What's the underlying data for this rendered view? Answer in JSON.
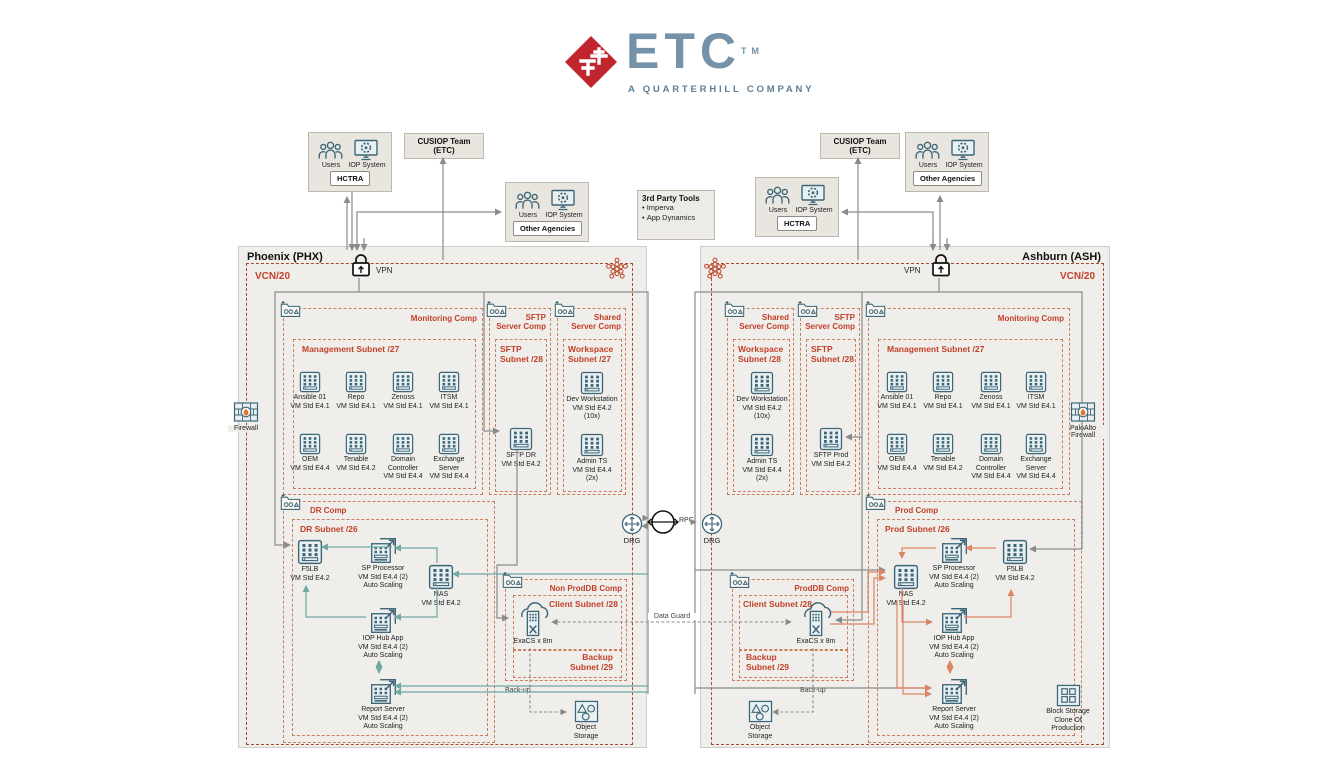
{
  "logo": {
    "brand": "ETC",
    "tm": "TM",
    "tagline": "A QUARTERHILL COMPANY"
  },
  "external_left": {
    "hctra_box": {
      "users": "Users",
      "system": "IOP System",
      "org": "HCTRA"
    },
    "cusiop": "CUSIOP Team (ETC)",
    "agencies_box": {
      "users": "Users",
      "system": "IOP System",
      "org": "Other Agencies"
    }
  },
  "third_party": {
    "title": "3rd Party Tools",
    "items": [
      "Imperva",
      "App Dynamics"
    ]
  },
  "external_right": {
    "cusiop": "CUSIOP Team (ETC)",
    "agencies_box": {
      "users": "Users",
      "system": "IOP System",
      "org": "Other Agencies"
    },
    "hctra_box": {
      "users": "Users",
      "system": "IOP System",
      "org": "HCTRA"
    }
  },
  "middle": {
    "drg_left": "DRG",
    "drg_right": "DRG",
    "rpc": "RPC",
    "data_guard": "Data Guard"
  },
  "phoenix": {
    "region": "Phoenix (PHX)",
    "vcn": "VCN/20",
    "vpn": "VPN",
    "firewall": "Firewall",
    "monitoring": {
      "comp": "Monitoring Comp",
      "subnet": "Management Subnet /27",
      "vms": [
        {
          "name": "Ansible 01",
          "spec": "VM Std E4.1"
        },
        {
          "name": "Repo",
          "spec": "VM Std E4.1"
        },
        {
          "name": "Zenoss",
          "spec": "VM Std E4.1"
        },
        {
          "name": "ITSM",
          "spec": "VM Std E4.1"
        },
        {
          "name": "OEM",
          "spec": "VM Std E4.4"
        },
        {
          "name": "Tenable",
          "spec": "VM Std E4.2"
        },
        {
          "name": "Domain Controller",
          "spec": "VM Std E4.4"
        },
        {
          "name": "Exchange Server",
          "spec": "VM Std E4.4"
        }
      ]
    },
    "sftp": {
      "comp1": "SFTP",
      "comp2": "Server Comp",
      "subnet1": "SFTP",
      "subnet2": "Subnet /28",
      "vm": {
        "name": "SFTP DR",
        "spec": "VM Std E4.2"
      }
    },
    "shared": {
      "comp1": "Shared",
      "comp2": "Server Comp",
      "subnet1": "Workspace",
      "subnet2": "Subnet /27",
      "dev": {
        "name": "Dev Workstation",
        "spec": "VM Std E4.2",
        "qty": "(10x)"
      },
      "admin": {
        "name": "Admin TS",
        "spec": "VM Std E4.4",
        "qty": "(2x)"
      }
    },
    "dr": {
      "comp": "DR Comp",
      "subnet": "DR Subnet /26",
      "f5lb": {
        "name": "F5LB",
        "spec": "VM Std E4.2"
      },
      "sp": {
        "name": "SP Processor",
        "spec": "VM Std E4.4 (2)",
        "extra": "Auto Scaling"
      },
      "nas": {
        "name": "NAS",
        "spec": "VM Std E4.2"
      },
      "iop": {
        "name": "IOP Hub App",
        "spec": "VM Std E4.4 (2)",
        "extra": "Auto Scaling"
      },
      "report": {
        "name": "Report Server",
        "spec": "VM Std E4.4 (2)",
        "extra": "Auto Scaling"
      }
    },
    "nonprod": {
      "comp": "Non ProdDB Comp",
      "client": "Client Subnet /28",
      "backup1": "Backup",
      "backup2": "Subnet /29",
      "exacs": "ExaCS x 8m",
      "backup_label": "Back-up",
      "object_storage": "Object Storage"
    }
  },
  "ashburn": {
    "region": "Ashburn (ASH)",
    "vcn": "VCN/20",
    "vpn": "VPN",
    "firewall1": "PaloAlto",
    "firewall2": "Firewall",
    "monitoring": {
      "comp": "Monitoring Comp",
      "subnet": "Management Subnet /27",
      "vms": [
        {
          "name": "Ansible 01",
          "spec": "VM Std E4.1"
        },
        {
          "name": "Repo",
          "spec": "VM Std E4.1"
        },
        {
          "name": "Zenoss",
          "spec": "VM Std E4.1"
        },
        {
          "name": "ITSM",
          "spec": "VM Std E4.1"
        },
        {
          "name": "OEM",
          "spec": "VM Std E4.4"
        },
        {
          "name": "Tenable",
          "spec": "VM Std E4.2"
        },
        {
          "name": "Domain Controller",
          "spec": "VM Std E4.4"
        },
        {
          "name": "Exchange Server",
          "spec": "VM Std E4.4"
        }
      ]
    },
    "sftp": {
      "comp1": "SFTP",
      "comp2": "Server Comp",
      "subnet1": "SFTP",
      "subnet2": "Subnet /28",
      "vm": {
        "name": "SFTP Prod",
        "spec": "VM Std E4.2"
      }
    },
    "shared": {
      "comp1": "Shared",
      "comp2": "Server Comp",
      "subnet1": "Workspace",
      "subnet2": "Subnet /28",
      "dev": {
        "name": "Dev Workstation",
        "spec": "VM Std E4.2",
        "qty": "(10x)"
      },
      "admin": {
        "name": "Admin TS",
        "spec": "VM Std E4.4",
        "qty": "(2x)"
      }
    },
    "prod": {
      "comp": "Prod Comp",
      "subnet": "Prod Subnet /26",
      "nas": {
        "name": "NAS",
        "spec": "VM Std E4.2"
      },
      "sp": {
        "name": "SP Processor",
        "spec": "VM Std E4.4 (2)",
        "extra": "Auto Scaling"
      },
      "f5lb": {
        "name": "F5LB",
        "spec": "VM Std E4.2"
      },
      "iop": {
        "name": "IOP Hub App",
        "spec": "VM Std E4.4 (2)",
        "extra": "Auto Scaling"
      },
      "report": {
        "name": "Report Server",
        "spec": "VM Std E4.4 (2)",
        "extra": "Auto Scaling"
      }
    },
    "proddb": {
      "comp": "ProdDB Comp",
      "client": "Client Subnet /28",
      "backup1": "Backup",
      "backup2": "Subnet /29",
      "exacs": "ExaCS x 8m",
      "backup_label": "Back-up",
      "object_storage": "Object Storage"
    },
    "block_storage": "Block Storage Clone Of Production"
  }
}
